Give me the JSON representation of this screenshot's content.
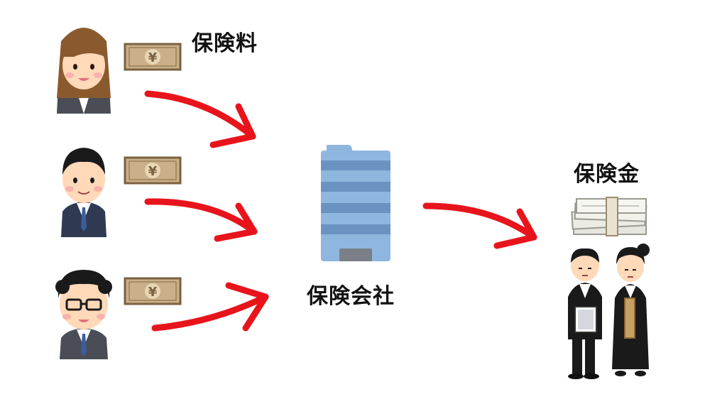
{
  "labels": {
    "premium": "保険料",
    "company": "保険会社",
    "payout": "保険金"
  },
  "currency_symbol": "¥",
  "colors": {
    "arrow": "#e8141c",
    "building_light": "#8fb6de",
    "building_dark": "#6b93c2",
    "bill": "#c9b08a"
  }
}
